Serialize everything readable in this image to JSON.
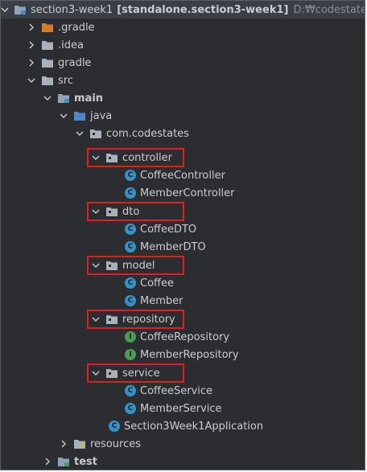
{
  "project": {
    "name": "section3-week1",
    "module": "[standalone.section3-week1]",
    "path": "D:₩codestates₩pr"
  },
  "tree": {
    "gradle_hidden": ".gradle",
    "idea": ".idea",
    "gradle": "gradle",
    "src": "src",
    "main": "main",
    "java": "java",
    "package": "com.codestates",
    "controller": {
      "label": "controller",
      "items": [
        "CoffeeController",
        "MemberController"
      ]
    },
    "dto": {
      "label": "dto",
      "items": [
        "CoffeeDTO",
        "MemberDTO"
      ]
    },
    "model": {
      "label": "model",
      "items": [
        "Coffee",
        "Member"
      ]
    },
    "repository": {
      "label": "repository",
      "items": [
        "CoffeeRepository",
        "MemberRepository"
      ]
    },
    "service": {
      "label": "service",
      "items": [
        "CoffeeService",
        "MemberService"
      ]
    },
    "application": "Section3Week1Application",
    "resources": "resources",
    "test": "test"
  },
  "icons": {
    "class_letter": "C",
    "interface_letter": "I"
  },
  "colors": {
    "panel_bg": "#2b2d30",
    "highlight_border": "#e0201c",
    "class_icon": "#3592c4",
    "interface_icon": "#499c54",
    "excluded_folder": "#d97c27",
    "source_folder": "#4a88c7"
  }
}
